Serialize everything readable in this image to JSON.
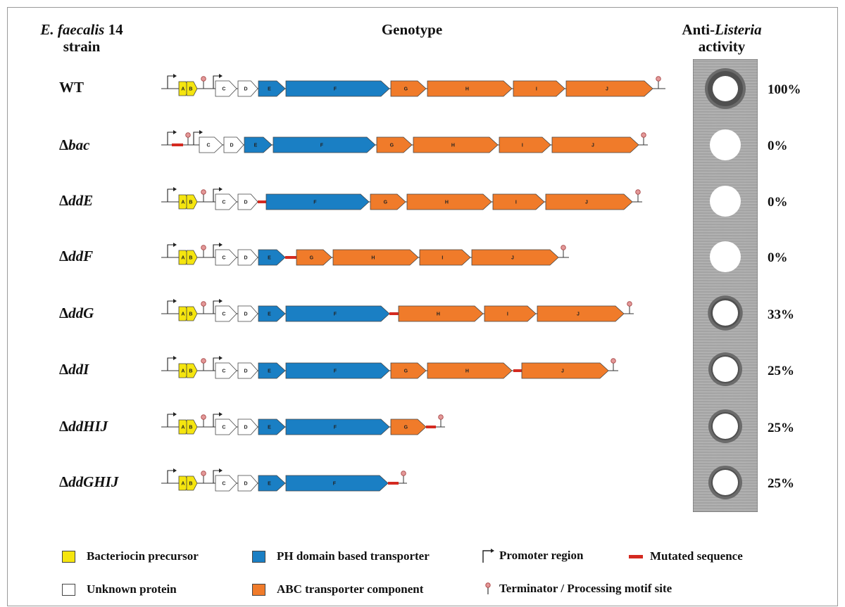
{
  "header": {
    "strain_line1": "E. faecalis",
    "strain_line1_num": "14",
    "strain_line2": "strain",
    "genotype": "Genotype",
    "activity_prefix": "Anti-",
    "activity_italic": "Listeria",
    "activity_line2": "activity"
  },
  "rows": [
    {
      "prefix": "",
      "name": "WT",
      "italic": false,
      "activity": "100%",
      "halo": 1.0
    },
    {
      "prefix": "Δ",
      "name": "bac",
      "italic": true,
      "activity": "0%",
      "halo": 0
    },
    {
      "prefix": "Δ",
      "name": "ddE",
      "italic": true,
      "activity": "0%",
      "halo": 0
    },
    {
      "prefix": "Δ",
      "name": "ddF",
      "italic": true,
      "activity": "0%",
      "halo": 0
    },
    {
      "prefix": "Δ",
      "name": "ddG",
      "italic": true,
      "activity": "33%",
      "halo": 0.33
    },
    {
      "prefix": "Δ",
      "name": "ddI",
      "italic": true,
      "activity": "25%",
      "halo": 0.25
    },
    {
      "prefix": "Δ",
      "name": "ddHIJ",
      "italic": true,
      "activity": "25%",
      "halo": 0.25
    },
    {
      "prefix": "Δ",
      "name": "ddGHIJ",
      "italic": true,
      "activity": "25%",
      "halo": 0.25
    }
  ],
  "gene_labels": {
    "A": "A",
    "B": "B",
    "C": "C",
    "D": "D",
    "E": "E",
    "F": "F",
    "G": "G",
    "H": "H",
    "I": "I",
    "J": "J"
  },
  "colors": {
    "bacteriocin": "#f5e50f",
    "transporter_ph": "#1a7fc4",
    "abc": "#f07b2a",
    "unknown": "#ffffff",
    "mutation": "#d42a20",
    "terminator": "#e39898"
  },
  "legend": {
    "bacteriocin": "Bacteriocin precursor",
    "ph_transporter": "PH domain based transporter",
    "promoter": "Promoter region",
    "mutated": "Mutated sequence",
    "unknown": "Unknown protein",
    "abc": "ABC transporter component",
    "terminator": "Terminator / Processing motif site"
  }
}
